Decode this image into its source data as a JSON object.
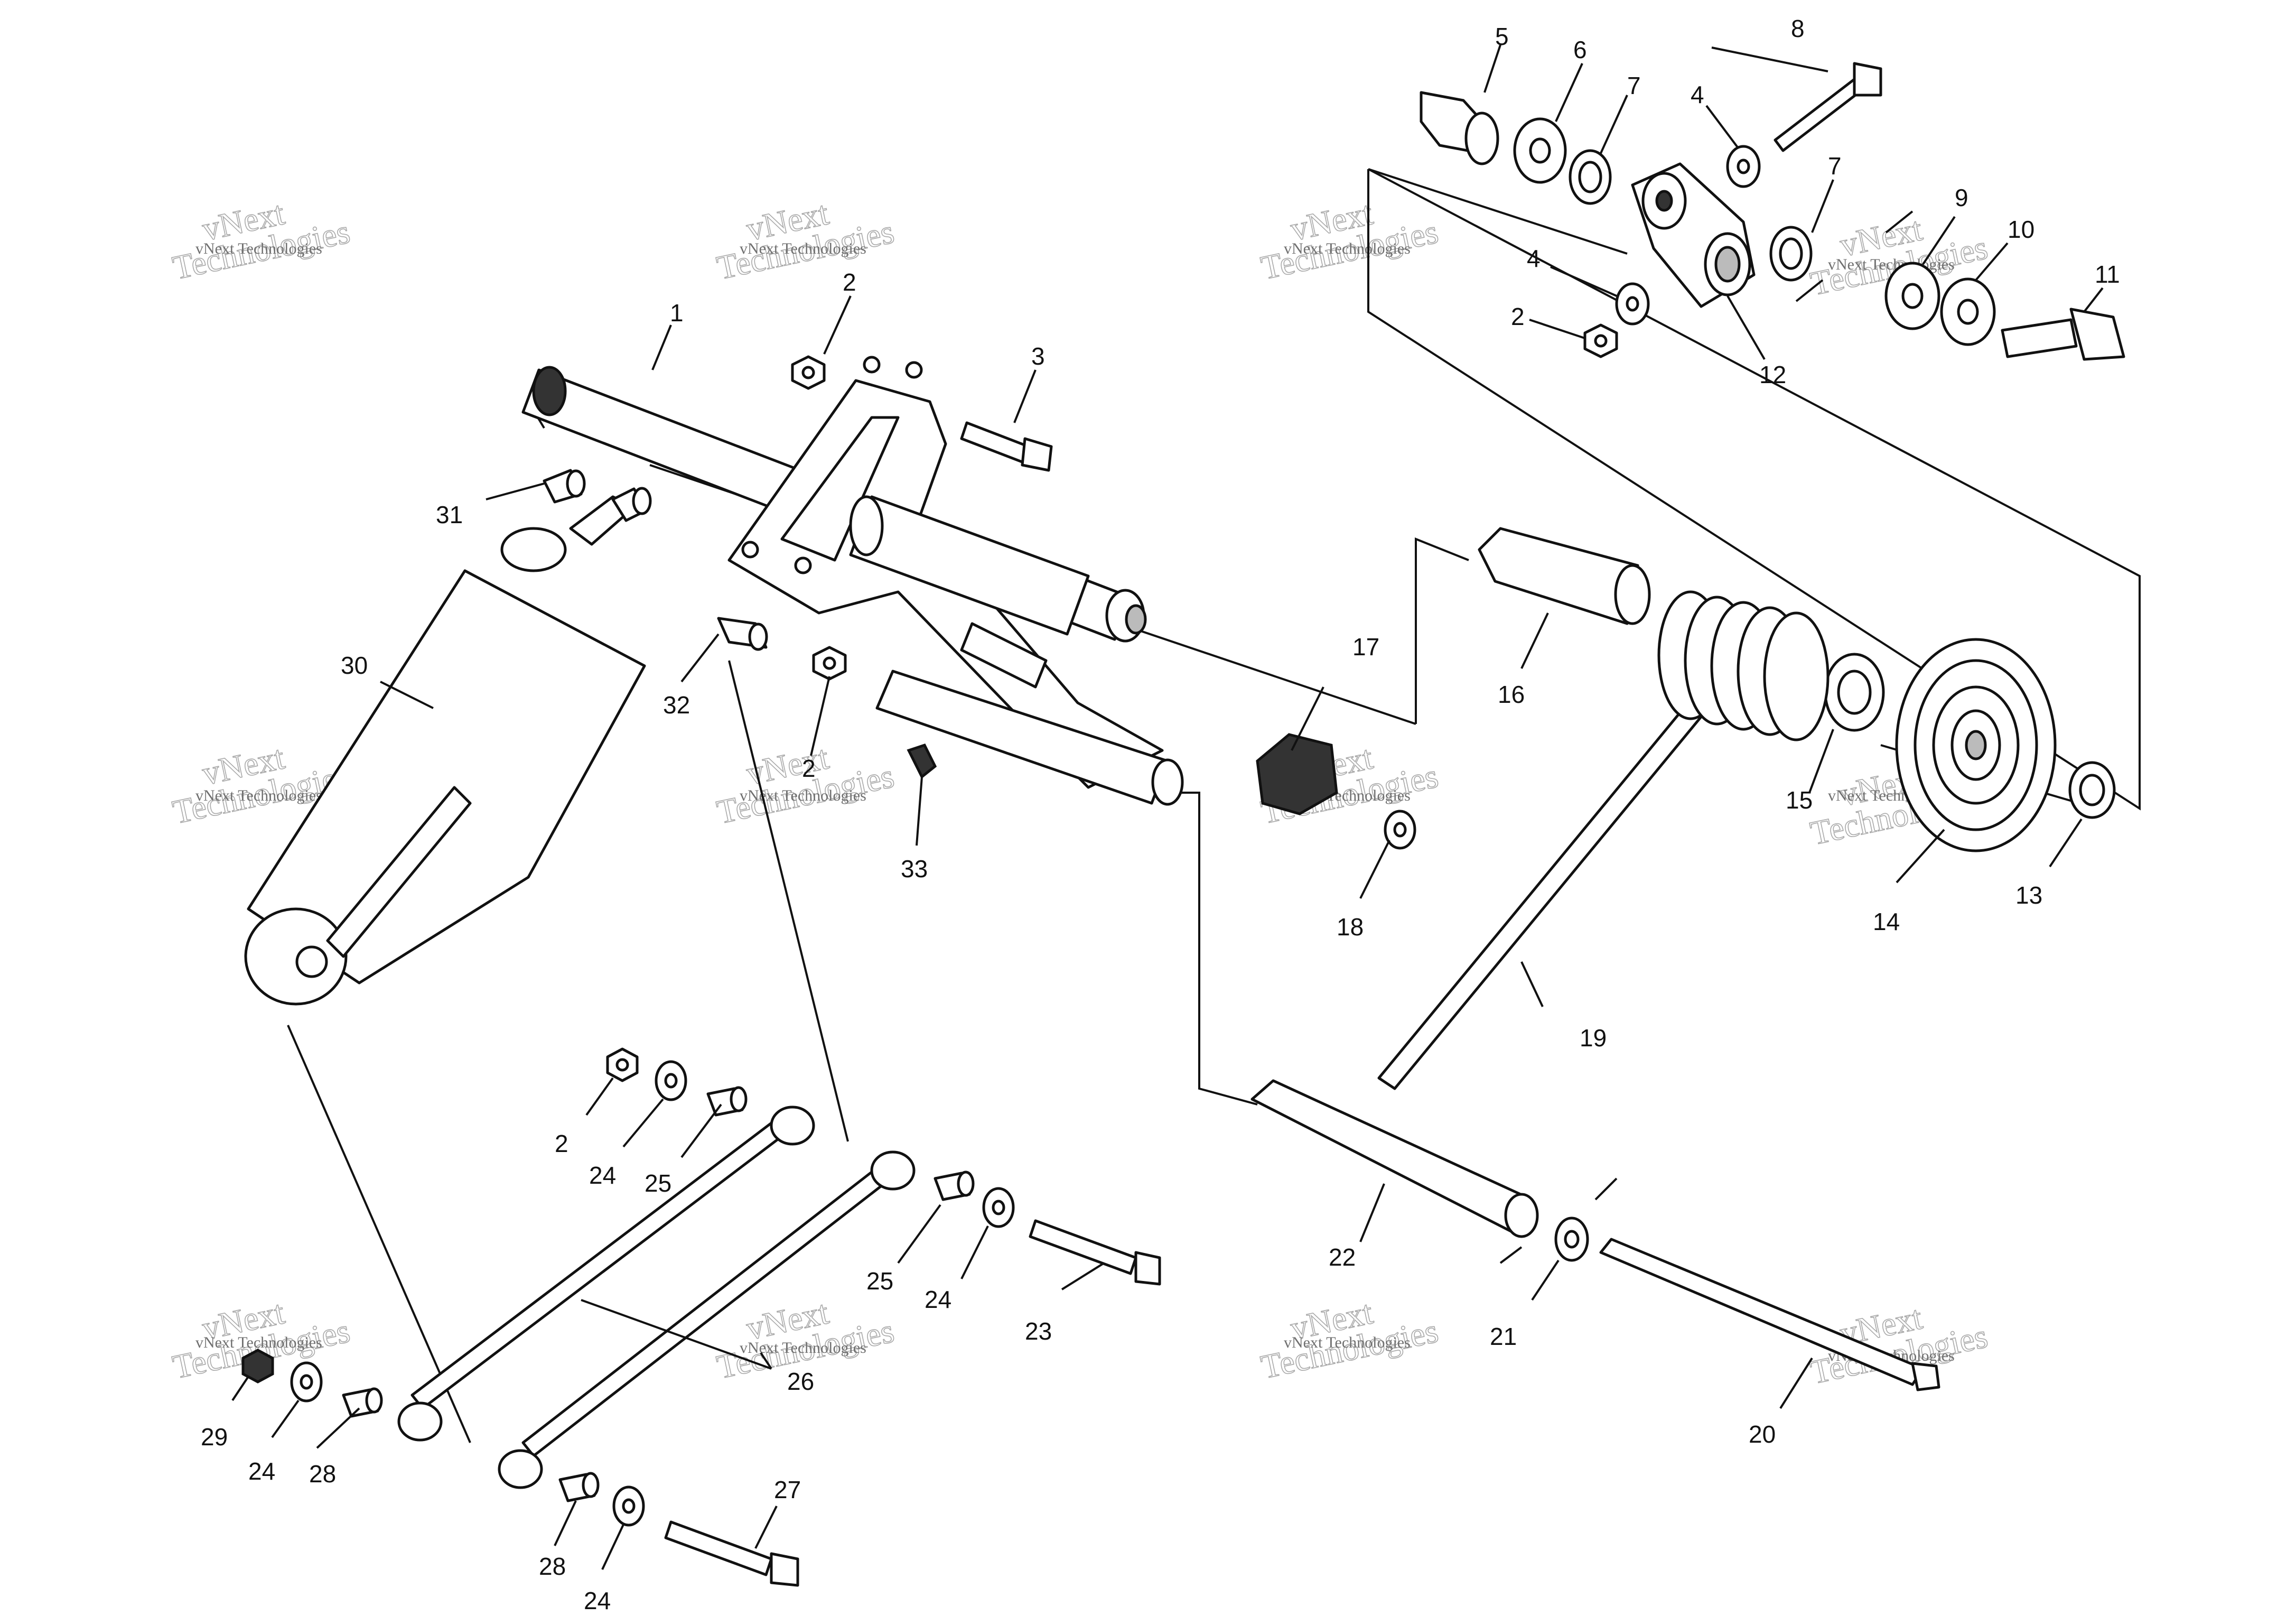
{
  "watermark": {
    "line_small": "vNext Technologies",
    "line_big_top": "vNext",
    "line_big_bottom": "Technologies"
  },
  "callouts": [
    {
      "id": "c1",
      "text": "1"
    },
    {
      "id": "c2a",
      "text": "2"
    },
    {
      "id": "c2b",
      "text": "2"
    },
    {
      "id": "c2c",
      "text": "2"
    },
    {
      "id": "c2d",
      "text": "2"
    },
    {
      "id": "c3",
      "text": "3"
    },
    {
      "id": "c4a",
      "text": "4"
    },
    {
      "id": "c4b",
      "text": "4"
    },
    {
      "id": "c5",
      "text": "5"
    },
    {
      "id": "c6",
      "text": "6"
    },
    {
      "id": "c7a",
      "text": "7"
    },
    {
      "id": "c7b",
      "text": "7"
    },
    {
      "id": "c8",
      "text": "8"
    },
    {
      "id": "c9",
      "text": "9"
    },
    {
      "id": "c10",
      "text": "10"
    },
    {
      "id": "c11",
      "text": "11"
    },
    {
      "id": "c12",
      "text": "12"
    },
    {
      "id": "c13",
      "text": "13"
    },
    {
      "id": "c14",
      "text": "14"
    },
    {
      "id": "c15",
      "text": "15"
    },
    {
      "id": "c16",
      "text": "16"
    },
    {
      "id": "c17",
      "text": "17"
    },
    {
      "id": "c18",
      "text": "18"
    },
    {
      "id": "c19",
      "text": "19"
    },
    {
      "id": "c20",
      "text": "20"
    },
    {
      "id": "c21",
      "text": "21"
    },
    {
      "id": "c22",
      "text": "22"
    },
    {
      "id": "c23",
      "text": "23"
    },
    {
      "id": "c24a",
      "text": "24"
    },
    {
      "id": "c24b",
      "text": "24"
    },
    {
      "id": "c24c",
      "text": "24"
    },
    {
      "id": "c24d",
      "text": "24"
    },
    {
      "id": "c25a",
      "text": "25"
    },
    {
      "id": "c25b",
      "text": "25"
    },
    {
      "id": "c26",
      "text": "26"
    },
    {
      "id": "c27",
      "text": "27"
    },
    {
      "id": "c28a",
      "text": "28"
    },
    {
      "id": "c28b",
      "text": "28"
    },
    {
      "id": "c29",
      "text": "29"
    },
    {
      "id": "c30",
      "text": "30"
    },
    {
      "id": "c31",
      "text": "31"
    },
    {
      "id": "c32",
      "text": "32"
    },
    {
      "id": "c33",
      "text": "33"
    }
  ]
}
